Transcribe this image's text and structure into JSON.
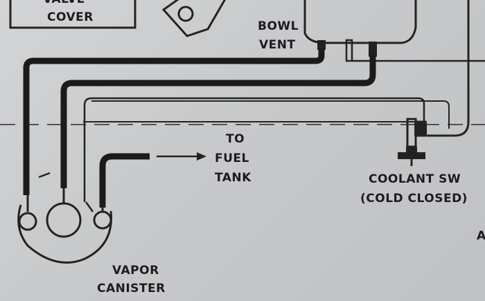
{
  "diagram": {
    "labels": {
      "valve_cover": [
        "VALVE",
        "COVER"
      ],
      "bowl_vent": [
        "BOWL",
        "VENT"
      ],
      "to_fuel_tank": [
        "TO",
        "FUEL",
        "TANK"
      ],
      "coolant_sw": [
        "COOLANT SW",
        "(COLD CLOSED)"
      ],
      "vapor_canister": [
        "VAPOR",
        "CANISTER"
      ],
      "edge_letter": "A"
    }
  }
}
